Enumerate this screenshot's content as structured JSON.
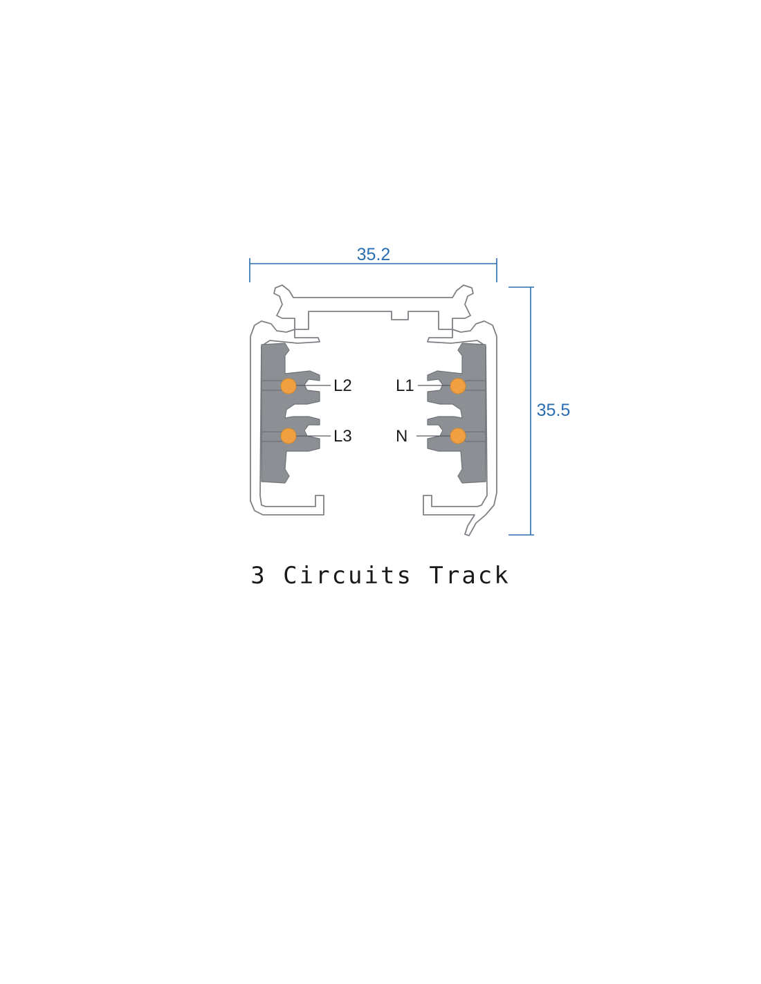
{
  "dimensions": {
    "width_label": "35.2",
    "height_label": "35.5"
  },
  "conductors": {
    "left_top": "L2",
    "left_bottom": "L3",
    "right_top": "L1",
    "right_bottom": "N"
  },
  "caption": "3 Circuits Track",
  "colors": {
    "dimension": "#2a6db0",
    "outline": "#7d8085",
    "insulator": "#8c8f93",
    "conductor": "#f0a040",
    "text": "#1a1a1a"
  }
}
